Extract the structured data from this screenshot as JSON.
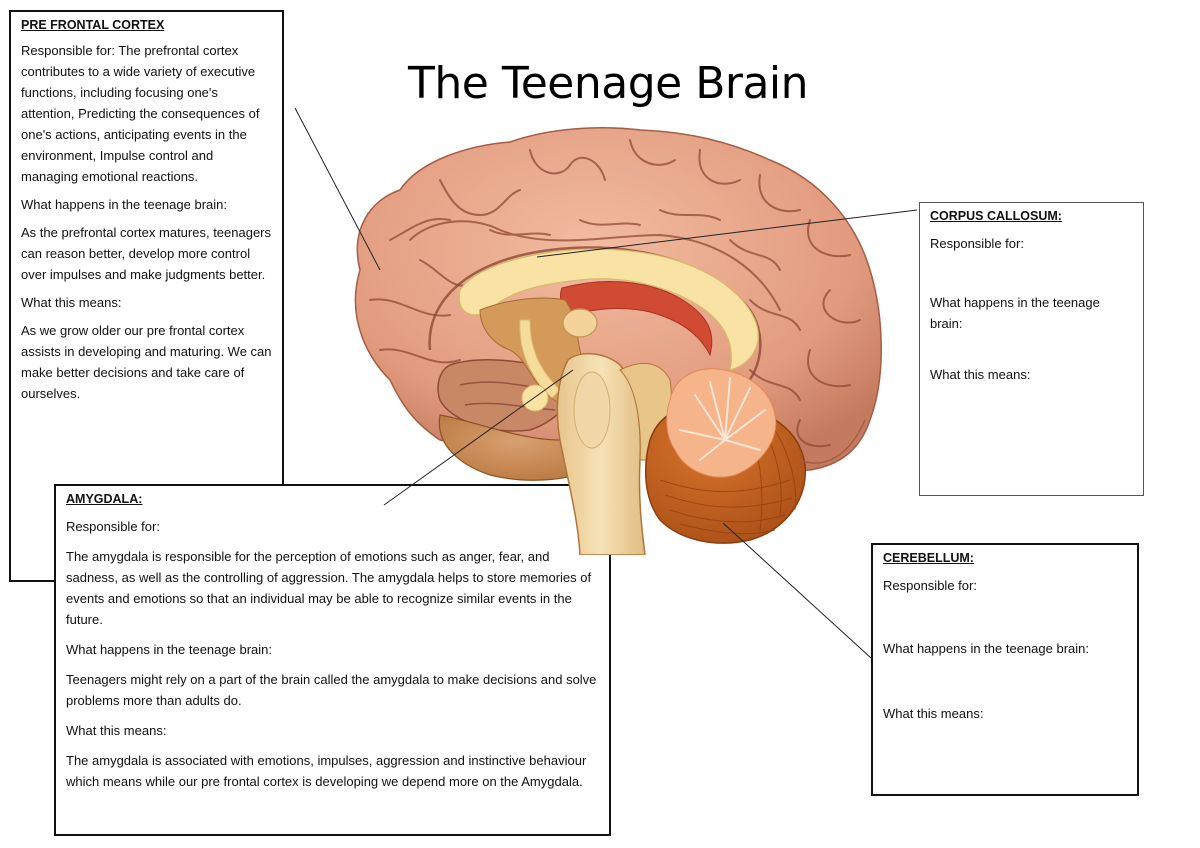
{
  "title": "The Teenage Brain",
  "boxes": {
    "prefrontal_cortex": {
      "heading": "PRE FRONTAL CORTEX",
      "responsible_for": "Responsible for: The prefrontal cortex contributes to a wide variety of executive functions, including focusing one's attention, Predicting the consequences of one's actions, anticipating events in the environment, Impulse control and managing emotional reactions.",
      "teenage_label": "What happens in the teenage brain:",
      "teenage_text": "As the prefrontal cortex matures, teenagers can reason better, develop more control over impulses and make judgments better.",
      "means_label": "What this means:",
      "means_text": "As we grow older our pre frontal cortex assists in developing and maturing. We can make better decisions and take care of ourselves."
    },
    "amygdala": {
      "heading": "AMYGDALA:",
      "responsible_label": "Responsible for:",
      "responsible_text": "The amygdala is responsible for the perception of emotions such as anger, fear, and sadness, as well as the controlling of aggression. The amygdala helps to store memories of events and emotions so that an individual may be able to recognize similar events in the future.",
      "teenage_label": "What happens in the teenage brain:",
      "teenage_text": "Teenagers might rely on a part of the brain called the amygdala to make decisions and solve problems more than adults do.",
      "means_label": "What this means:",
      "means_text": "The amygdala is associated with emotions, impulses, aggression and instinctive behaviour which means while our pre frontal cortex is developing we depend more on the Amygdala."
    },
    "corpus_callosum": {
      "heading": "CORPUS CALLOSUM:",
      "responsible_label": "Responsible for:",
      "teenage_label": "What happens in the teenage brain:",
      "means_label": "What this means:"
    },
    "cerebellum": {
      "heading": "CEREBELLUM:",
      "responsible_label": "Responsible for:",
      "teenage_label": "What happens in the teenage brain:",
      "means_label": "What this means:"
    }
  },
  "image": {
    "subject": "sagittal-brain-illustration",
    "colors": {
      "cortex": "#e8a487",
      "cortex_dark": "#b8684e",
      "white_matter": "#f9e3a4",
      "ventricle_red": "#d14a33",
      "brainstem": "#f2d9a6",
      "cerebellum": "#c8621f",
      "arbor_vitae": "#f6b48a"
    }
  }
}
